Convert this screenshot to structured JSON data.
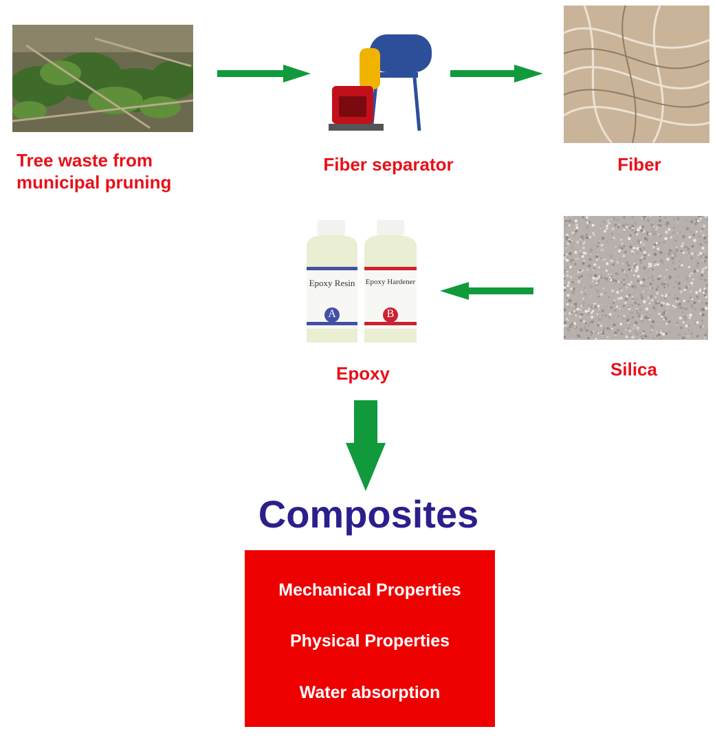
{
  "labels": {
    "tree_waste": "Tree waste from municipal pruning",
    "separator": "Fiber separator",
    "fiber": "Fiber",
    "epoxy": "Epoxy",
    "silica": "Silica"
  },
  "epoxy_bottles": {
    "a_title": "Epoxy Resin",
    "a_letter": "A",
    "b_title": "Epoxy Hardener",
    "b_letter": "B"
  },
  "composites": {
    "title": "Composites",
    "properties": [
      "Mechanical Properties",
      "Physical Properties",
      "Water absorption"
    ]
  },
  "colors": {
    "label_red": "#e8101a",
    "arrow_green": "#109a3c",
    "title_navy": "#2a1f8c",
    "box_red": "#ee0000"
  }
}
